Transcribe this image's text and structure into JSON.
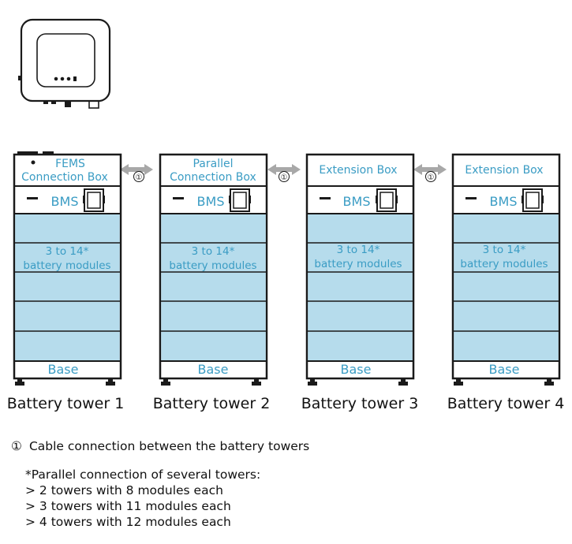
{
  "towers": [
    {
      "top_line1": "FEMS",
      "top_line2": "Connection Box",
      "bms": "BMS",
      "modules_line1": "3 to 14*",
      "modules_line2": "battery modules",
      "base": "Base",
      "name": "Battery tower 1"
    },
    {
      "top_line1": "Parallel",
      "top_line2": "Connection Box",
      "bms": "BMS",
      "modules_line1": "3 to 14*",
      "modules_line2": "battery modules",
      "base": "Base",
      "name": "Battery tower 2"
    },
    {
      "top_line1": "Extension Box",
      "top_line2": "",
      "bms": "BMS",
      "modules_line1": "3 to 14*",
      "modules_line2": "battery modules",
      "base": "Base",
      "name": "Battery tower 3"
    },
    {
      "top_line1": "Extension Box",
      "top_line2": "",
      "bms": "BMS",
      "modules_line1": "3 to 14*",
      "modules_line2": "battery modules",
      "base": "Base",
      "name": "Battery tower 4"
    }
  ],
  "connector_mark": "①",
  "legend": {
    "mark": "①",
    "text": "Cable connection between the battery towers"
  },
  "footnote": {
    "title": "*Parallel connection of several towers:",
    "lines": [
      "> 2 towers with 8 modules each",
      "> 3 towers with 11 modules each",
      "> 4 towers with 12 modules each"
    ]
  },
  "colors": {
    "module_fill": "#b6dcec",
    "label_blue": "#3a9cc4",
    "outline": "#1a1a1a",
    "arrow": "#a8a8a8"
  }
}
